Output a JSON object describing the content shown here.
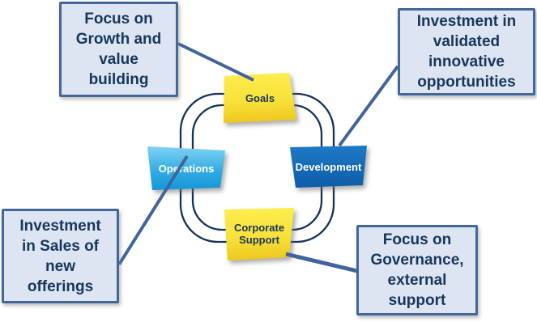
{
  "diagram": {
    "nodes": [
      {
        "id": "goals",
        "label": "Goals"
      },
      {
        "id": "development",
        "label": "Development"
      },
      {
        "id": "corporate-support",
        "label": "Corporate\nSupport"
      },
      {
        "id": "operations",
        "label": "Operations"
      }
    ],
    "callouts": [
      {
        "id": "top-left",
        "text": "Focus on\nGrowth and\nvalue\nbuilding",
        "points_to": "goals"
      },
      {
        "id": "top-right",
        "text": "Investment in\nvalidated\ninnovative\nopportunities",
        "points_to": "development"
      },
      {
        "id": "bottom-left",
        "text": "Investment\nin Sales of\nnew\nofferings",
        "points_to": "operations"
      },
      {
        "id": "bottom-right",
        "text": "Focus on\nGovernance,\nexternal\nsupport",
        "points_to": "corporate-support"
      }
    ],
    "colors": {
      "navy_text": "#17365d",
      "callout_bg": "#dce5f1",
      "callout_border": "#44679b",
      "connector": "#41659a",
      "loop_stroke": "#14335a",
      "yellow_light": "#fdee51",
      "yellow_dark": "#edc51c",
      "sky_light": "#7fd2f3",
      "sky_dark": "#1596d9",
      "blue_light": "#1e79c4",
      "blue_dark": "#0e5da8",
      "node_text_light": "#ffffff"
    }
  }
}
